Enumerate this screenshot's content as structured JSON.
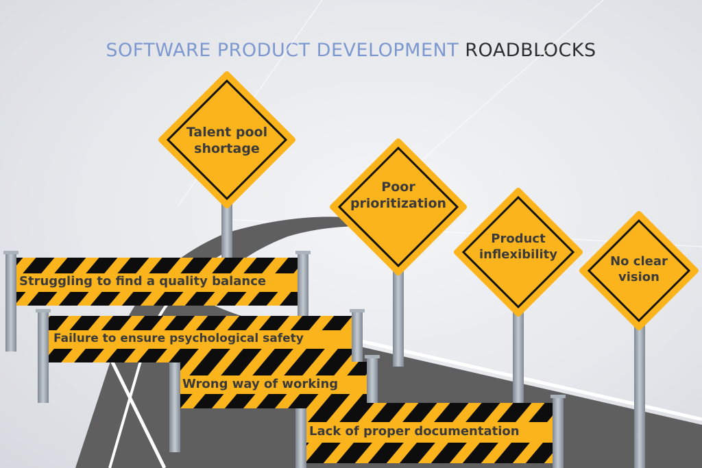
{
  "title": {
    "part1": "SOFTWARE PRODUCT DEVELOPMENT",
    "part2": "ROADBLOCKS"
  },
  "colors": {
    "title_blue": "#7d98cf",
    "title_dark": "#2e2e2e",
    "sign_yellow": "#fbb41c",
    "stripe_black": "#0d0d0d",
    "road_gray": "#5f5f5f",
    "pole_gray": "#9aa3ad"
  },
  "signs": [
    {
      "line1": "Talent pool",
      "line2": "shortage"
    },
    {
      "line1": "Poor",
      "line2": "prioritization"
    },
    {
      "line1": "Product",
      "line2": "inflexibility"
    },
    {
      "line1": "No clear",
      "line2": "vision"
    }
  ],
  "barriers": [
    {
      "label": "Struggling to find a quality balance"
    },
    {
      "label": "Failure to ensure psychological safety"
    },
    {
      "label": "Wrong way of working"
    },
    {
      "label": "Lack of proper documentation"
    }
  ]
}
